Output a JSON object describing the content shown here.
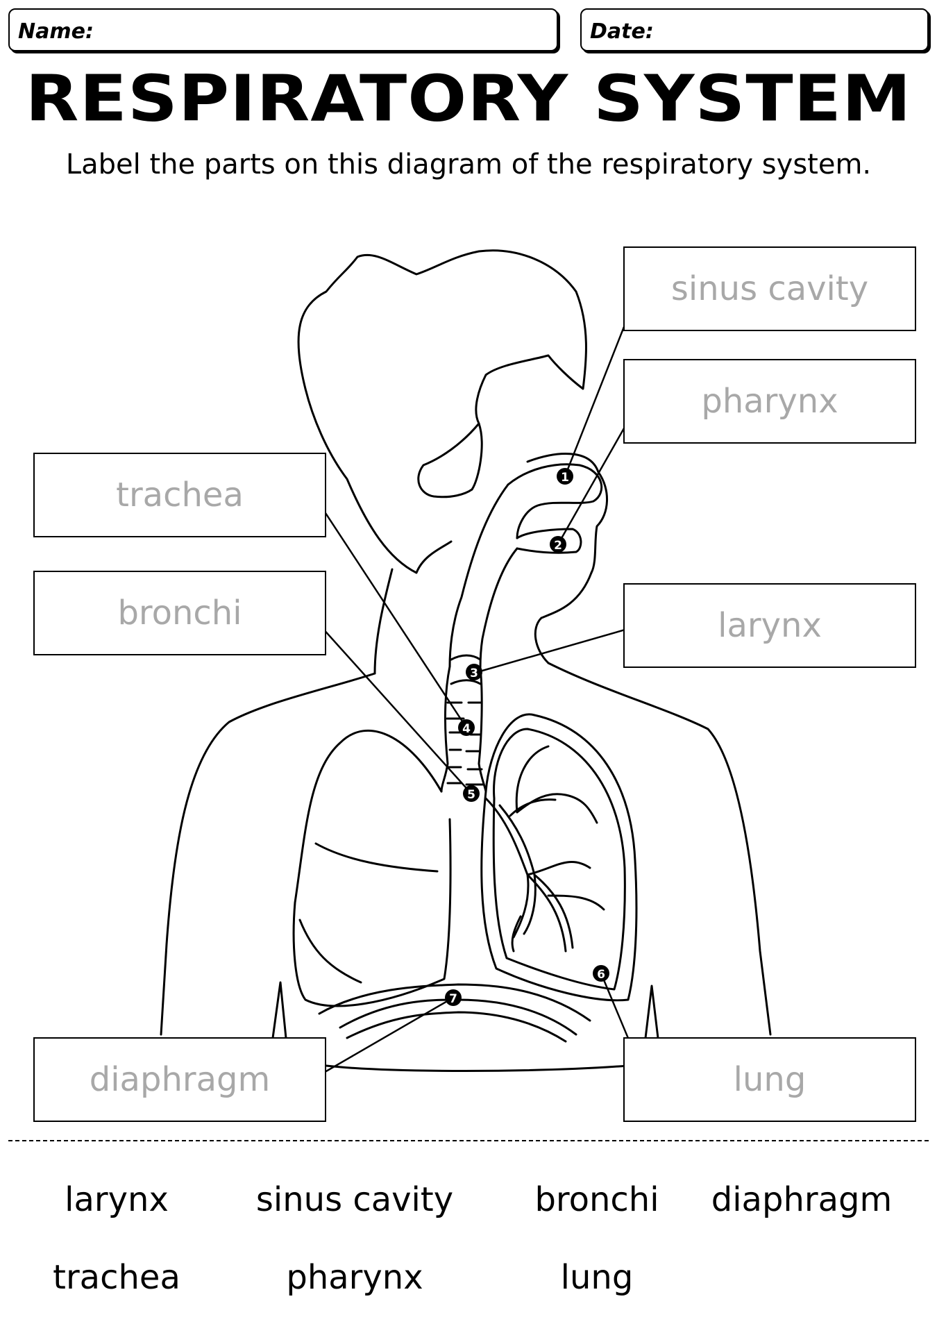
{
  "header": {
    "name_label": "Name:",
    "date_label": "Date:"
  },
  "title": "RESPIRATORY SYSTEM",
  "instruction": "Label the parts on this diagram of the respiratory system.",
  "labels": {
    "sinus_cavity": "sinus cavity",
    "pharynx": "pharynx",
    "trachea": "trachea",
    "bronchi": "bronchi",
    "larynx": "larynx",
    "diaphragm": "diaphragm",
    "lung": "lung"
  },
  "markers": [
    "1",
    "2",
    "3",
    "4",
    "5",
    "6",
    "7"
  ],
  "word_bank": {
    "row1": [
      "larynx",
      "sinus cavity",
      "bronchi",
      "diaphragm"
    ],
    "row2": [
      "trachea",
      "pharynx",
      "lung"
    ]
  },
  "colors": {
    "ink": "#000000",
    "label_text": "#a8a8a8",
    "background": "#ffffff"
  }
}
